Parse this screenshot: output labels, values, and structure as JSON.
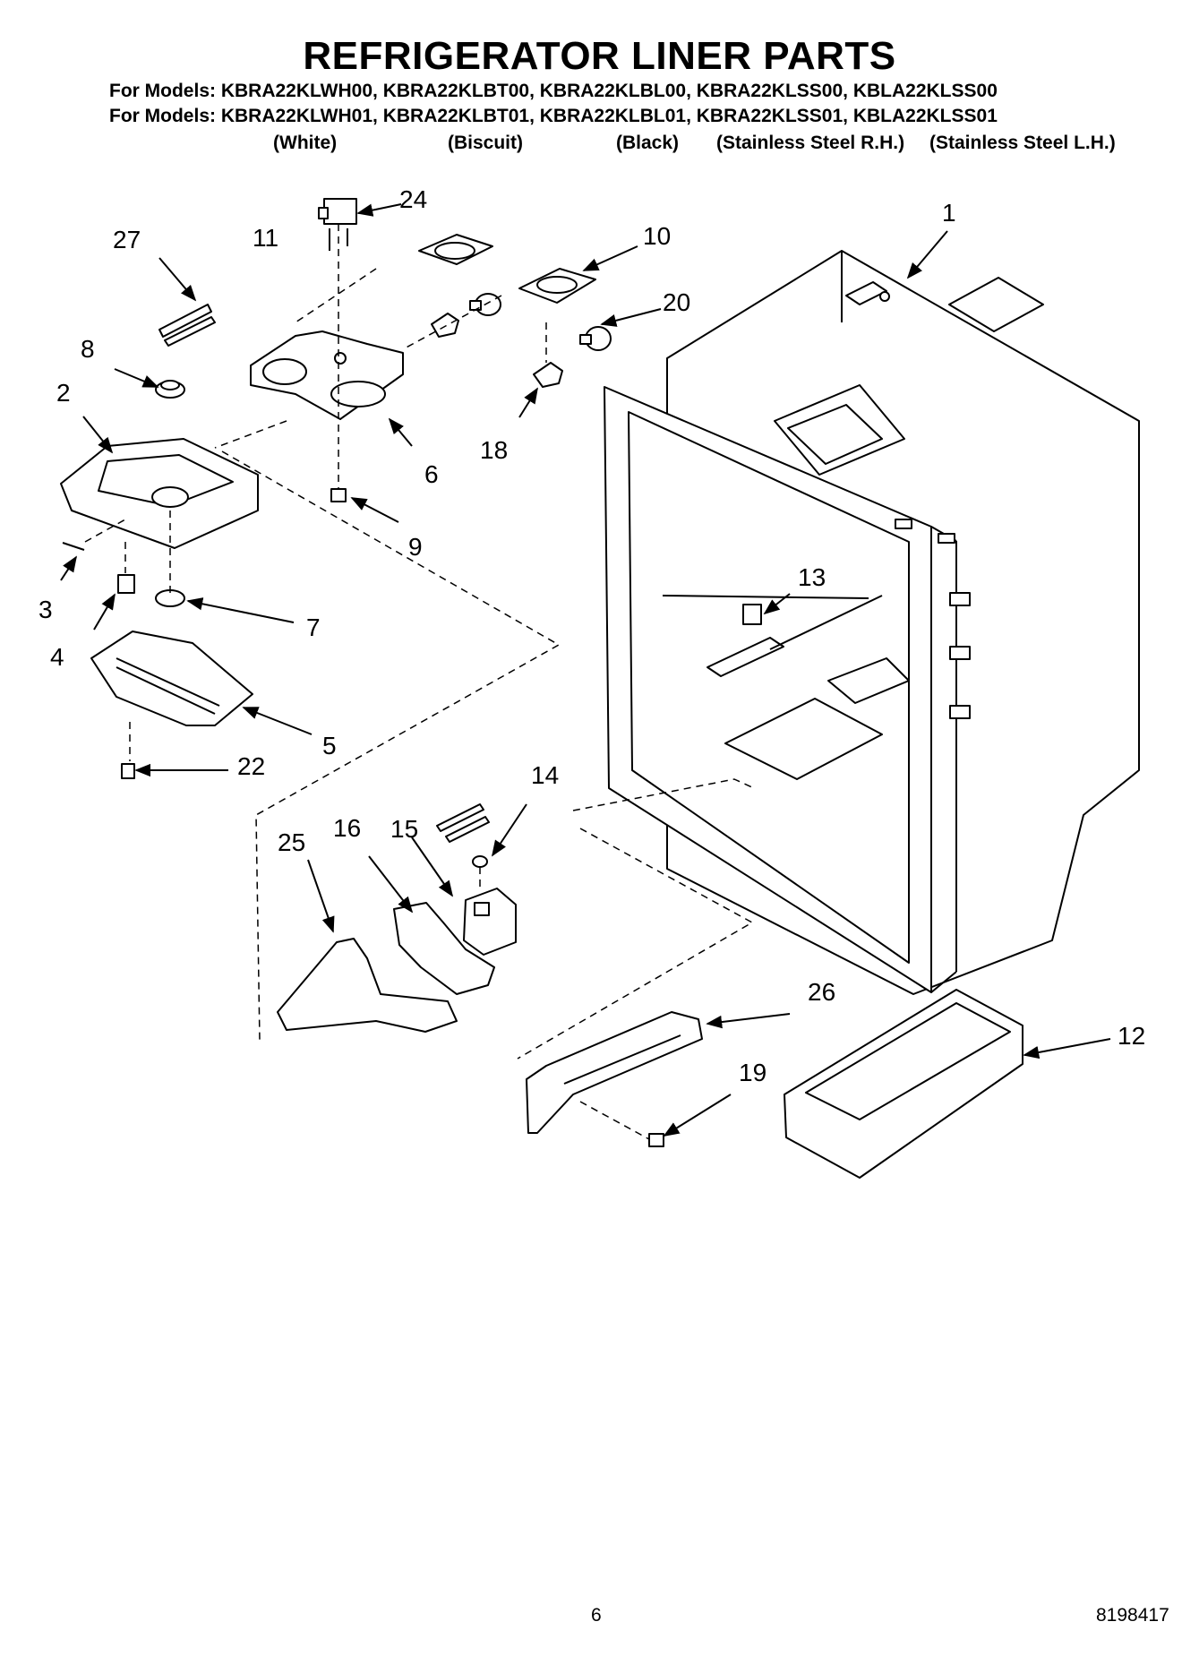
{
  "title": "REFRIGERATOR LINER PARTS",
  "models": {
    "line1": "For Models: KBRA22KLWH00, KBRA22KLBT00, KBRA22KLBL00, KBRA22KLSS00, KBLA22KLSS00",
    "line2": "For Models: KBRA22KLWH01, KBRA22KLBT01, KBRA22KLBL01, KBRA22KLSS01, KBLA22KLSS01"
  },
  "variants": [
    "(White)",
    "(Biscuit)",
    "(Black)",
    "(Stainless Steel R.H.)",
    "(Stainless Steel L.H.)"
  ],
  "callouts": [
    "1",
    "2",
    "3",
    "4",
    "5",
    "6",
    "7",
    "8",
    "9",
    "10",
    "11",
    "12",
    "13",
    "14",
    "15",
    "16",
    "18",
    "19",
    "20",
    "22",
    "24",
    "25",
    "26",
    "27"
  ],
  "footer": {
    "page": "6",
    "doc": "8198417"
  }
}
